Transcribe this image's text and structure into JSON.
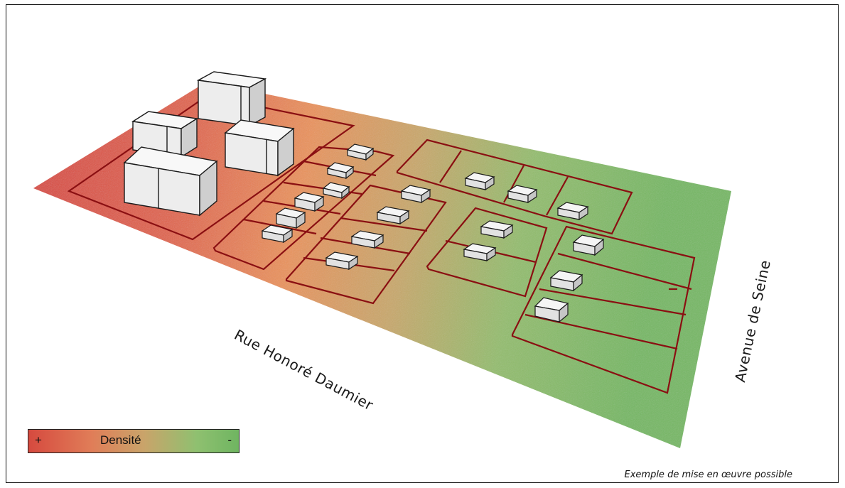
{
  "streets": {
    "rue": "Rue Honoré Daumier",
    "avenue": "Avenue de Seine"
  },
  "legend": {
    "plus": "+",
    "label": "Densité",
    "minus": "-"
  },
  "caption": "Exemple de mise en œuvre possible",
  "colors": {
    "high_density": "#d64a3f",
    "mid_density": "#e0a060",
    "low_density": "#7dbb63",
    "parcel_line": "#8a0f12",
    "building": "#ededed"
  }
}
